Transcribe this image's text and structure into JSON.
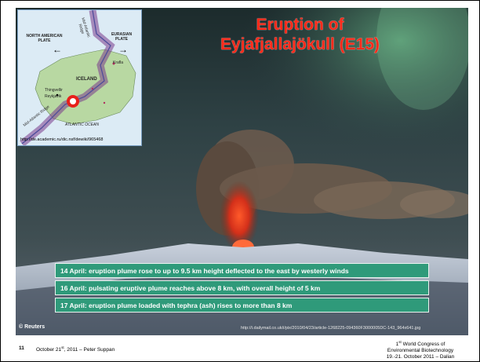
{
  "slide": {
    "title_line1": "Eruption of",
    "title_line2": "Eyjafjallajökull (E15)"
  },
  "map": {
    "north_american_plate": "NORTH AMERICAN PLATE",
    "eurasian_plate": "EURASIAN PLATE",
    "ridge_label_top": "Mid-Atlantic Ridge",
    "ridge_label_bottom": "Mid-Atlantic Ridge",
    "krafla": "Krafla",
    "iceland": "ICELAND",
    "thingvellir": "Thingvellir",
    "reykjavik": "Reykjavik",
    "atlantic_ocean": "ATLANTIC OCEAN",
    "source_url": "http://de.academic.ru/dic.nsf/dewiki/965468"
  },
  "facts": [
    "14 April: eruption plume rose to up to 9.5 km height deflected to the east by westerly winds",
    "16 April: pulsating eruptive plume reaches above 8 km, with overall height of 5 km",
    "17 April: eruption plume loaded with tephra (ash) rises to more than 8 km"
  ],
  "photo": {
    "credit": "© Reuters",
    "source_url": "http://i.dailymail.co.uk/i/pix/2010/04/23/article-1268225-094360F3000005DC-143_964x641.jpg"
  },
  "footer": {
    "slide_number": "11",
    "date_day": "October 21",
    "date_sup": "st",
    "date_rest": ", 2011 – Peter Suppan",
    "conf_num": "1",
    "conf_sup": "st",
    "conf_line1_rest": " World Congress of",
    "conf_line2": "Environmental Biotechnology",
    "conf_line3": "19.-21. October 2011 – Dalian"
  },
  "colors": {
    "title": "#ff2a1a",
    "fact_bar": "#2f9a7a",
    "marker": "#e8201a"
  }
}
